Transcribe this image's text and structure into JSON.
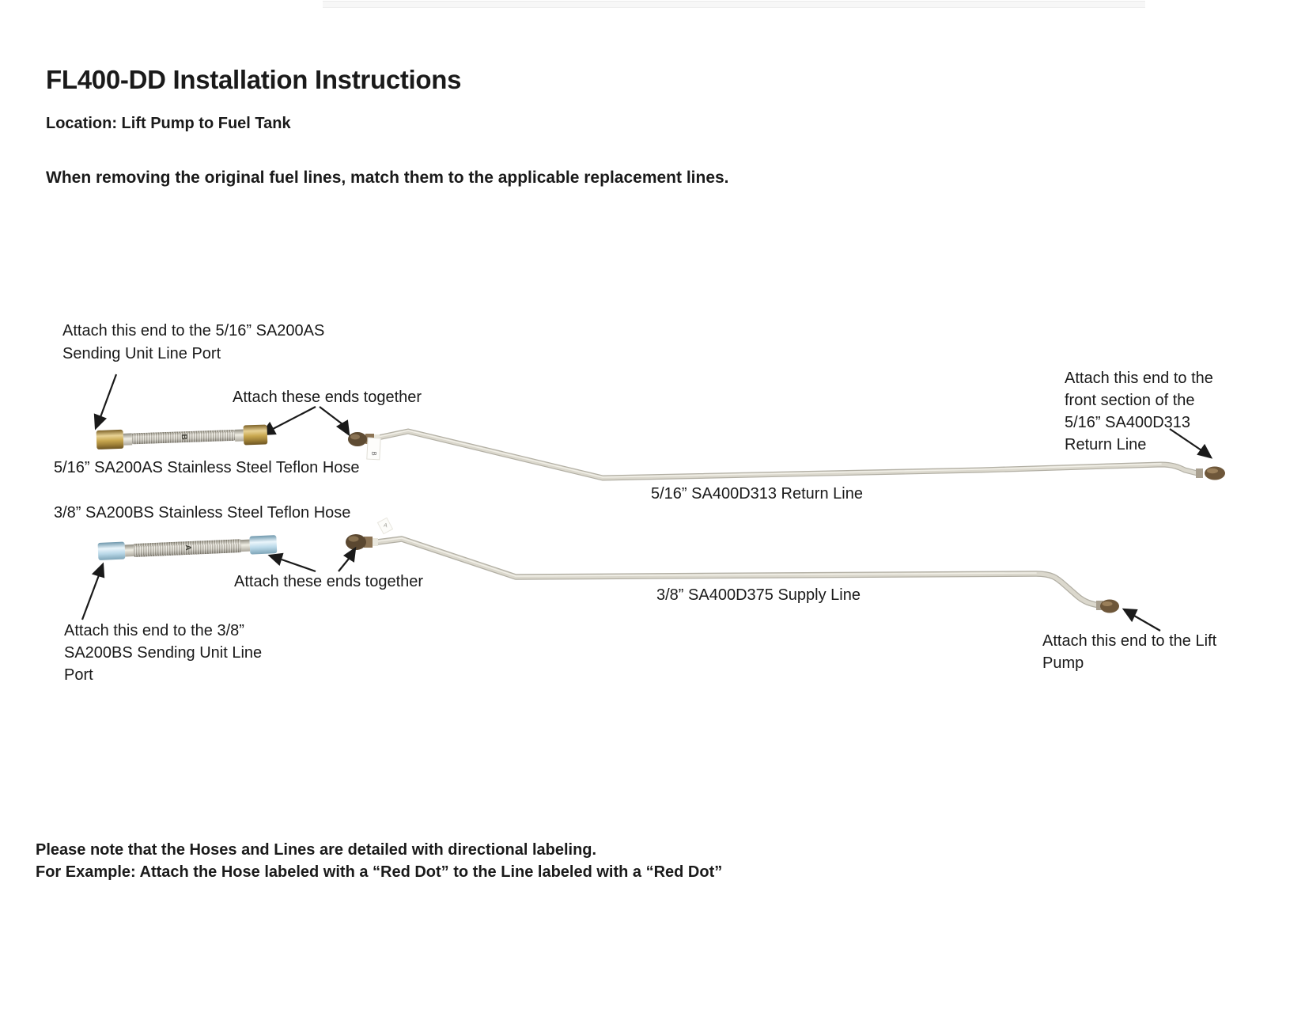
{
  "page": {
    "title": "FL400-DD Installation Instructions",
    "location_line": "Location: Lift Pump to Fuel Tank",
    "intro_line": "When removing the original fuel lines, match them to the applicable replacement lines.",
    "footer_note": "Please note that the Hoses and Lines are detailed with directional labeling.\nFor Example: Attach the Hose labeled with a “Red Dot” to the Line labeled with a “Red Dot”"
  },
  "diagram": {
    "annotations": {
      "sending_unit_5_16": "Attach this end to the 5/16” SA200AS\nSending Unit Line Port",
      "ends_together_top": "Attach these ends together",
      "hose_b_label": "5/16” SA200AS Stainless Steel Teflon Hose",
      "hose_a_label": "3/8” SA200BS Stainless Steel Teflon Hose",
      "return_line_label": "5/16” SA400D313 Return Line",
      "supply_line_label": "3/8” SA400D375 Supply Line",
      "ends_together_bottom": "Attach these ends together",
      "sending_unit_3_8": "Attach this end to the 3/8”\nSA200BS Sending Unit Line\nPort",
      "return_line_front": "Attach this end to the\nfront section of the\n5/16” SA400D313\nReturn Line",
      "lift_pump": "Attach this end to the Lift\nPump"
    },
    "tags": {
      "hose_b_mark": "B",
      "hose_a_mark": "A",
      "line_b_tag": "B",
      "line_a_tag": "A"
    },
    "colors": {
      "brass_nut": "#c9a850",
      "aluminum_nut": "#b9d8e8",
      "steel_braid": "#d6d3c8",
      "tube": "#d9d6cb",
      "dark_fitting": "#6b5136",
      "text": "#1a1a1a"
    }
  }
}
